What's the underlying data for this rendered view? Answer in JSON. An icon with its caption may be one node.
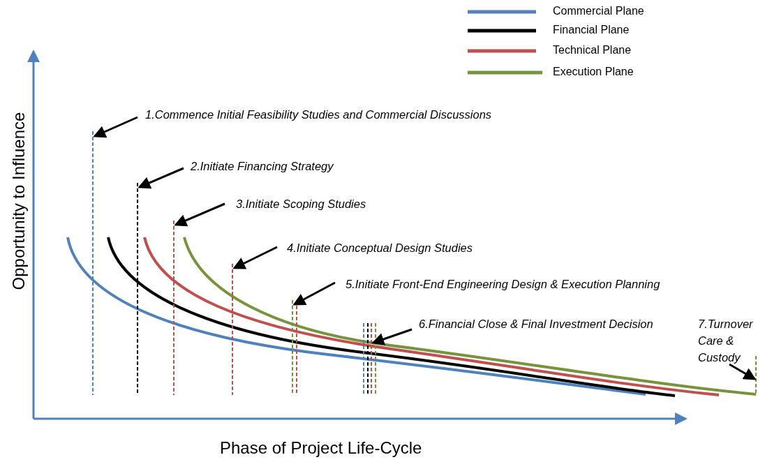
{
  "diagram": {
    "nodes": [
      {
        "text": [
          "1.Commence Initial Feasibility Studies and Commercial Discussions"
        ]
      },
      {
        "text": [
          "2.Initiate Financing Strategy"
        ]
      },
      {
        "text": [
          "3.Initiate Scoping Studies"
        ]
      },
      {
        "text": [
          "4.Initiate Conceptual Design Studies"
        ]
      },
      {
        "text": [
          "5.Initiate Front-End Engineering Design & Execution Planning"
        ]
      },
      {
        "text": [
          "6.Financial Close & Final Investment Decision"
        ]
      },
      {
        "text": [
          "7.Turnover Care & Custody"
        ]
      },
      {
        "text": [],
        "shape": "bar"
      },
      {
        "text": [],
        "shape": "bar"
      },
      {
        "text": [],
        "shape": "bar"
      },
      {
        "text": [],
        "shape": "bar"
      },
      {
        "text": [],
        "shape": "bar"
      },
      {
        "text": [],
        "shape": "bar"
      },
      {
        "text": [],
        "shape": "bar"
      }
    ],
    "edges": [
      {
        "from": 0,
        "to": 7,
        "arrow": "to"
      },
      {
        "from": 1,
        "to": 8,
        "arrow": "to"
      },
      {
        "from": 2,
        "to": 9,
        "arrow": "to"
      },
      {
        "from": 3,
        "to": 10,
        "arrow": "to"
      },
      {
        "from": 4,
        "to": 11,
        "arrow": "to"
      },
      {
        "from": 5,
        "to": 12,
        "arrow": "to"
      },
      {
        "from": 6,
        "to": 13,
        "arrow": "to"
      }
    ],
    "labels": [
      "Opportunity to Influence",
      "Phase of Project Life-Cycle"
    ],
    "legend": [
      {
        "text": "Commercial Plane"
      },
      {
        "text": "Financial Plane"
      },
      {
        "text": "Technical Plane"
      },
      {
        "text": "Execution Plane"
      }
    ]
  }
}
